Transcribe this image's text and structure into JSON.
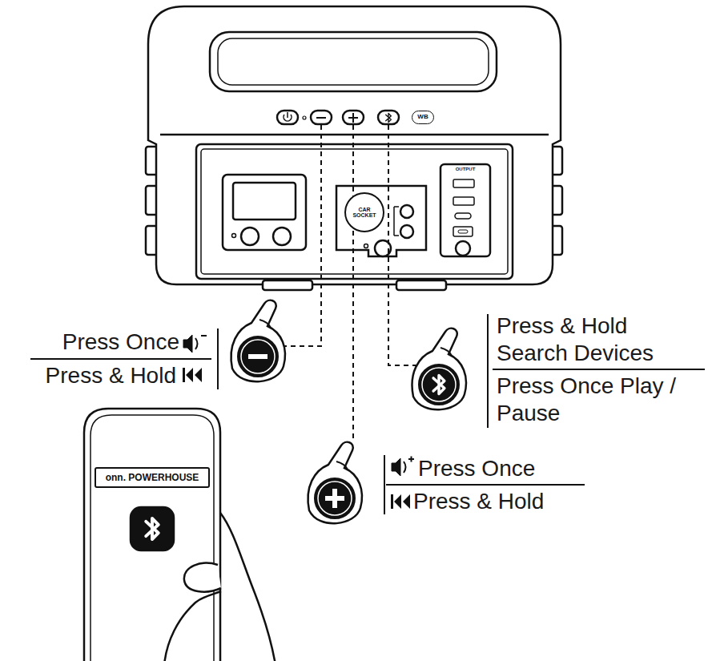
{
  "diagram": {
    "nodes": [
      {
        "text": [
          "WB"
        ]
      },
      {
        "text": [
          "CAR SOCKET"
        ]
      },
      {
        "text": [
          "onn. POWERHOUSE"
        ]
      }
    ],
    "labels": [
      "Press Once",
      "Press & Hold",
      "Press & Hold Search Devices",
      "Press Once Play / Pause",
      "Press Once",
      "Press & Hold",
      "OUTPUT"
    ]
  }
}
